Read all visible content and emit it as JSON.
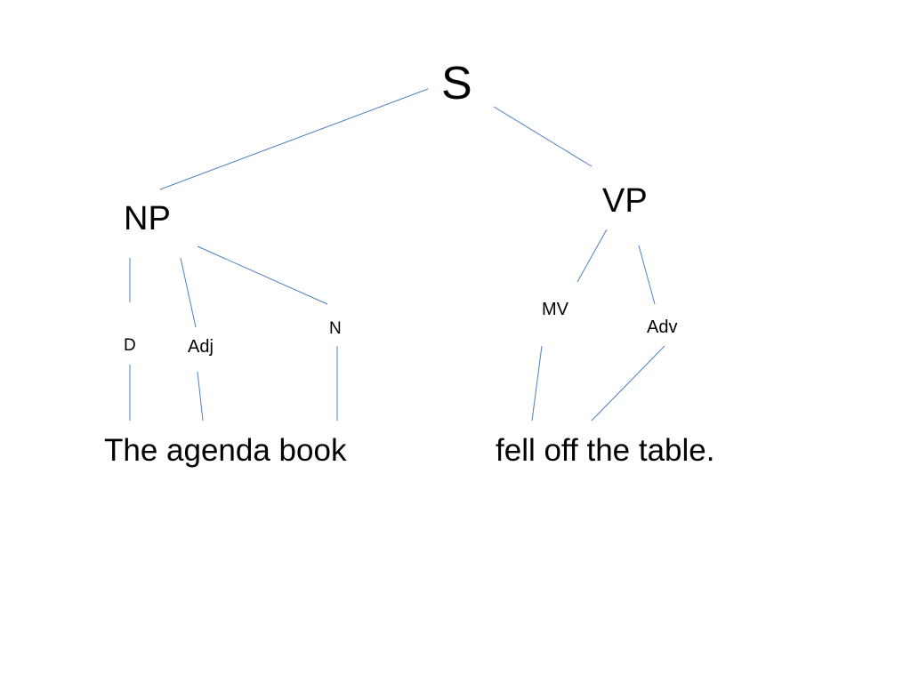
{
  "nodes": {
    "s": "S",
    "np": "NP",
    "vp": "VP",
    "d": "D",
    "adj": "Adj",
    "n": "N",
    "mv": "MV",
    "adv": "Adv"
  },
  "sentence": {
    "subject": "The agenda book",
    "predicate": "fell off the table."
  },
  "colors": {
    "line": "#4f81bd",
    "text": "#000000",
    "background": "#ffffff"
  }
}
